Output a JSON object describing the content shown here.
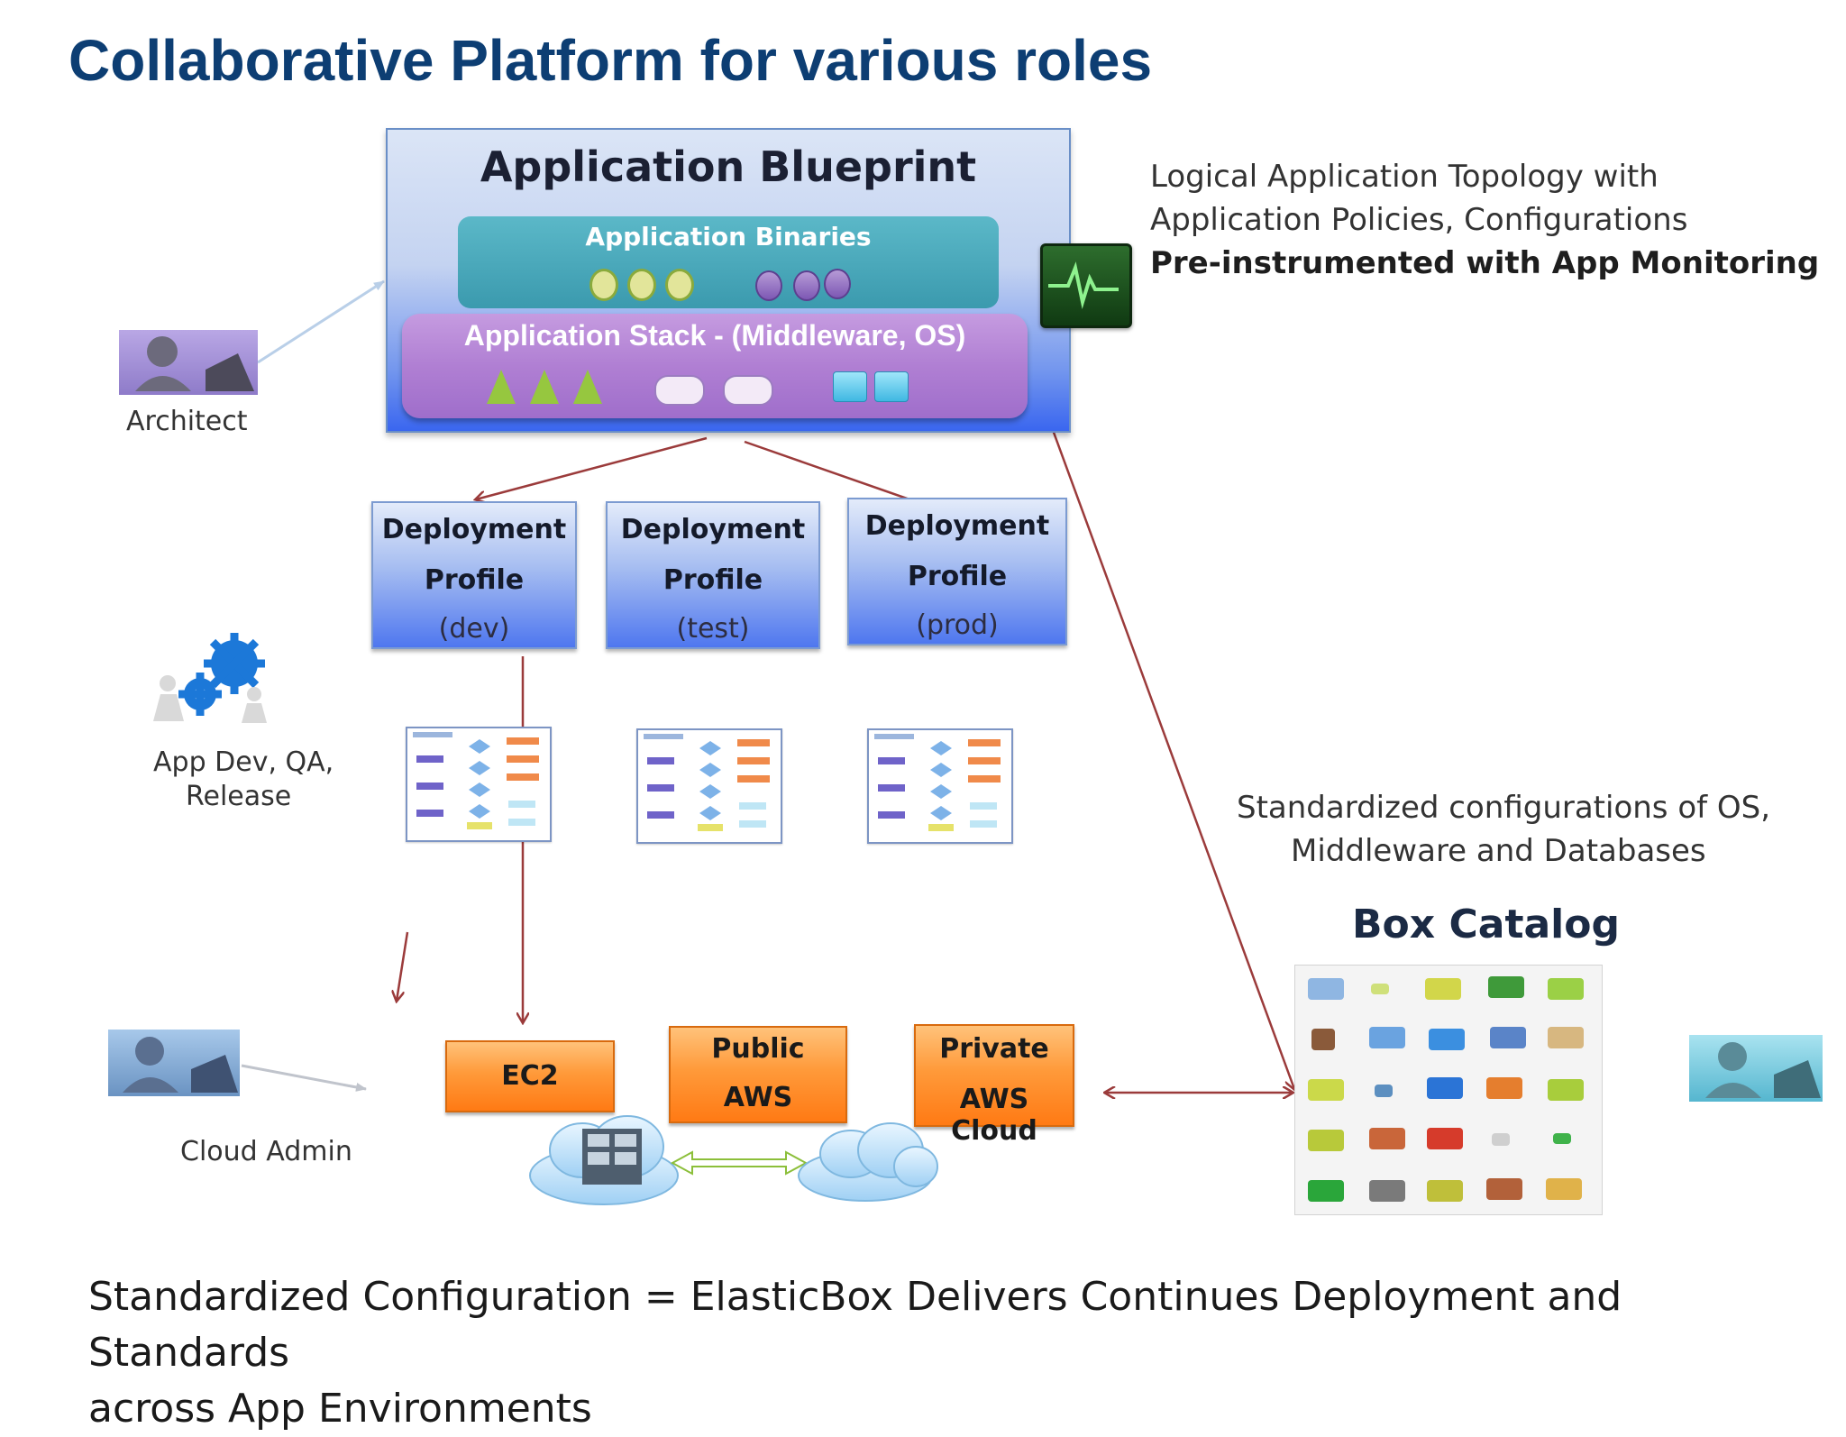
{
  "title": "Collaborative Platform for various roles",
  "blueprint": {
    "title": "Application Blueprint",
    "binaries_label": "Application Binaries",
    "stack_label": "Application Stack - (Middleware, OS)"
  },
  "topology_text": {
    "line1": "Logical  Application Topology with",
    "line2": "Application Policies, Configurations",
    "line3": "Pre-instrumented with App Monitoring"
  },
  "roles": {
    "architect": "Architect",
    "appdev_line1": "App Dev, QA,",
    "appdev_line2": "Release",
    "cloud_admin": "Cloud Admin"
  },
  "profiles": [
    {
      "line1": "Deployment",
      "line2": "Profile",
      "env": "(dev)"
    },
    {
      "line1": "Deployment",
      "line2": "Profile",
      "env": "(test)"
    },
    {
      "line1": "Deployment",
      "line2": "Profile",
      "env": "(prod)"
    }
  ],
  "targets": {
    "ec2": "EC2",
    "public_line1": "Public",
    "public_line2": "AWS",
    "private_line1": "Private",
    "private_line2": "AWS Cloud"
  },
  "catalog": {
    "desc_line1": "Standardized configurations of OS,",
    "desc_line2": "Middleware and Databases",
    "title": "Box Catalog"
  },
  "bottom": {
    "line1": "Standardized Configuration = ElasticBox Delivers Continues Deployment and Standards",
    "line2": "across App Environments"
  },
  "colors": {
    "title": "#0d3e73",
    "arrow": "#9b3b3b",
    "orange": "#ff8c2a",
    "profile_blue": "#4f77ef"
  }
}
